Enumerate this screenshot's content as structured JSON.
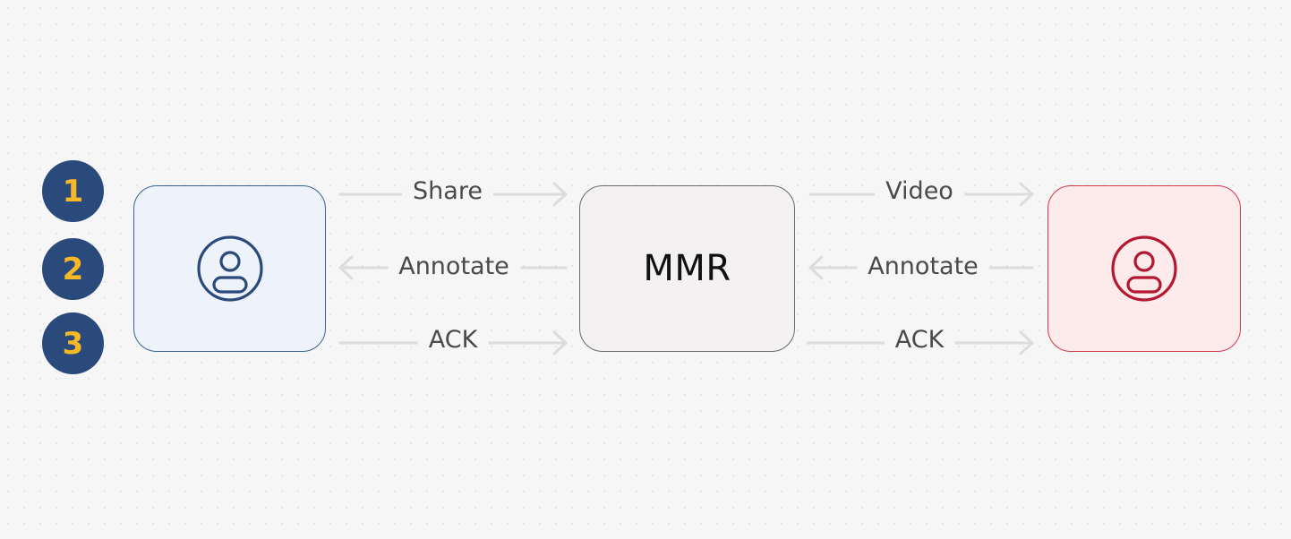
{
  "steps": [
    "1",
    "2",
    "3"
  ],
  "nodes": {
    "left": {
      "icon": "user-circle-icon",
      "color": "#2a4a7c"
    },
    "center": {
      "label": "MMR"
    },
    "right": {
      "icon": "user-circle-icon",
      "color": "#b3182f"
    }
  },
  "arrows": {
    "left_lane": [
      {
        "label": "Share",
        "direction": "right"
      },
      {
        "label": "Annotate",
        "direction": "left"
      },
      {
        "label": "ACK",
        "direction": "right"
      }
    ],
    "right_lane": [
      {
        "label": "Video",
        "direction": "right"
      },
      {
        "label": "Annotate",
        "direction": "left"
      },
      {
        "label": "ACK",
        "direction": "right"
      }
    ]
  },
  "colors": {
    "step_fill": "#2a4a7c",
    "step_text": "#f7b928",
    "arrow": "#dcdcdc"
  }
}
